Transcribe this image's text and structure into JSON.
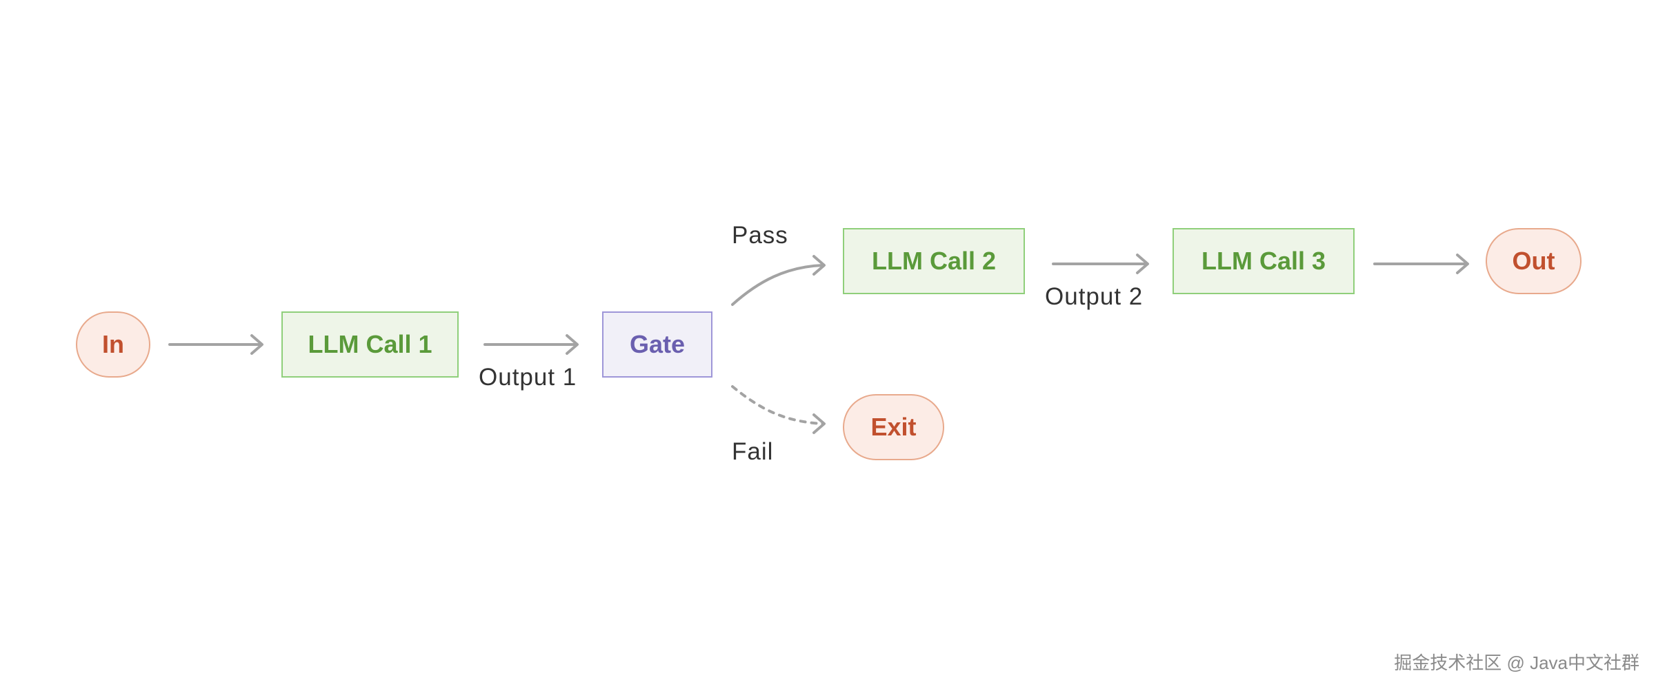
{
  "nodes": {
    "in": "In",
    "llm_call_1": "LLM Call 1",
    "gate": "Gate",
    "llm_call_2": "LLM Call 2",
    "llm_call_3": "LLM Call 3",
    "out": "Out",
    "exit": "Exit"
  },
  "edge_labels": {
    "output_1": "Output 1",
    "pass": "Pass",
    "fail": "Fail",
    "output_2": "Output 2"
  },
  "watermark": "掘金技术社区 @ Java中文社群",
  "colors": {
    "terminal_fill": "#fcece6",
    "terminal_border": "#e8a98c",
    "terminal_text": "#c1502e",
    "llm_fill": "#eef5e8",
    "llm_border": "#8fcf7a",
    "llm_text": "#5a9a3a",
    "gate_fill": "#f1f0f8",
    "gate_border": "#9e96d8",
    "gate_text": "#6a5faf",
    "arrow": "#a3a3a3"
  }
}
